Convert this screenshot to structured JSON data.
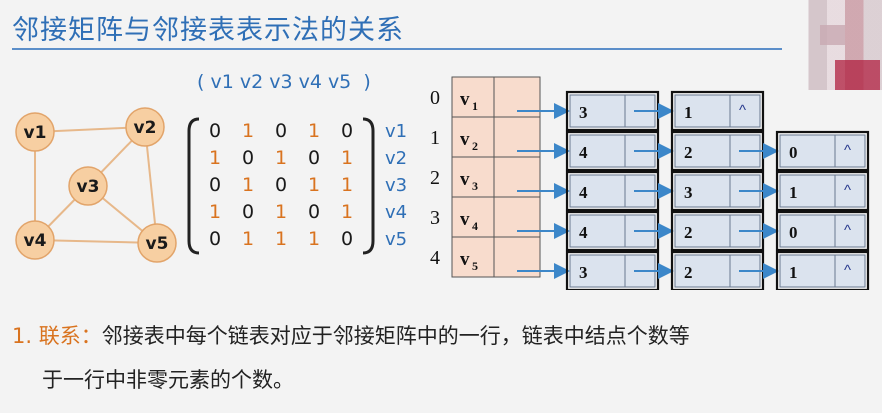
{
  "title": "邻接矩阵与邻接表表示法的关系",
  "matrix": {
    "header": "( v1 v2 v3 v4 v5  )",
    "rows": [
      [
        0,
        1,
        0,
        1,
        0
      ],
      [
        1,
        0,
        1,
        0,
        1
      ],
      [
        0,
        1,
        0,
        1,
        1
      ],
      [
        1,
        0,
        1,
        0,
        1
      ],
      [
        0,
        1,
        1,
        1,
        0
      ]
    ],
    "row_labels": [
      "v1",
      "v2",
      "v3",
      "v4",
      "v5"
    ]
  },
  "graph": {
    "nodes": [
      {
        "id": "v1",
        "label": "v1"
      },
      {
        "id": "v2",
        "label": "v2"
      },
      {
        "id": "v3",
        "label": "v3"
      },
      {
        "id": "v4",
        "label": "v4"
      },
      {
        "id": "v5",
        "label": "v5"
      }
    ],
    "edges": [
      [
        "v1",
        "v2"
      ],
      [
        "v1",
        "v4"
      ],
      [
        "v2",
        "v3"
      ],
      [
        "v2",
        "v5"
      ],
      [
        "v3",
        "v4"
      ],
      [
        "v3",
        "v5"
      ],
      [
        "v4",
        "v5"
      ]
    ]
  },
  "adjacency_list": {
    "heads": [
      {
        "index": "0",
        "name": "v",
        "sub": "1"
      },
      {
        "index": "1",
        "name": "v",
        "sub": "2"
      },
      {
        "index": "2",
        "name": "v",
        "sub": "3"
      },
      {
        "index": "3",
        "name": "v",
        "sub": "4"
      },
      {
        "index": "4",
        "name": "v",
        "sub": "5"
      }
    ],
    "lists": [
      [
        "3",
        "1"
      ],
      [
        "4",
        "2",
        "0"
      ],
      [
        "4",
        "3",
        "1"
      ],
      [
        "4",
        "2",
        "0"
      ],
      [
        "3",
        "2",
        "1"
      ]
    ],
    "null_symbol": "^"
  },
  "text": {
    "label": "1. 联系",
    "colon": "：",
    "line1": "邻接表中每个链表对应于邻接矩阵中的一行，链表中结点个数等",
    "line2": "于一行中非零元素的个数。"
  },
  "colors": {
    "title": "#2f6fb6",
    "accent": "#d9731f",
    "node_fill": "#f7cfa2",
    "edge": "#e7b88a",
    "head_fill": "#f8dccd",
    "list_fill": "#dbe3ee",
    "arrow": "#3c87c9"
  }
}
